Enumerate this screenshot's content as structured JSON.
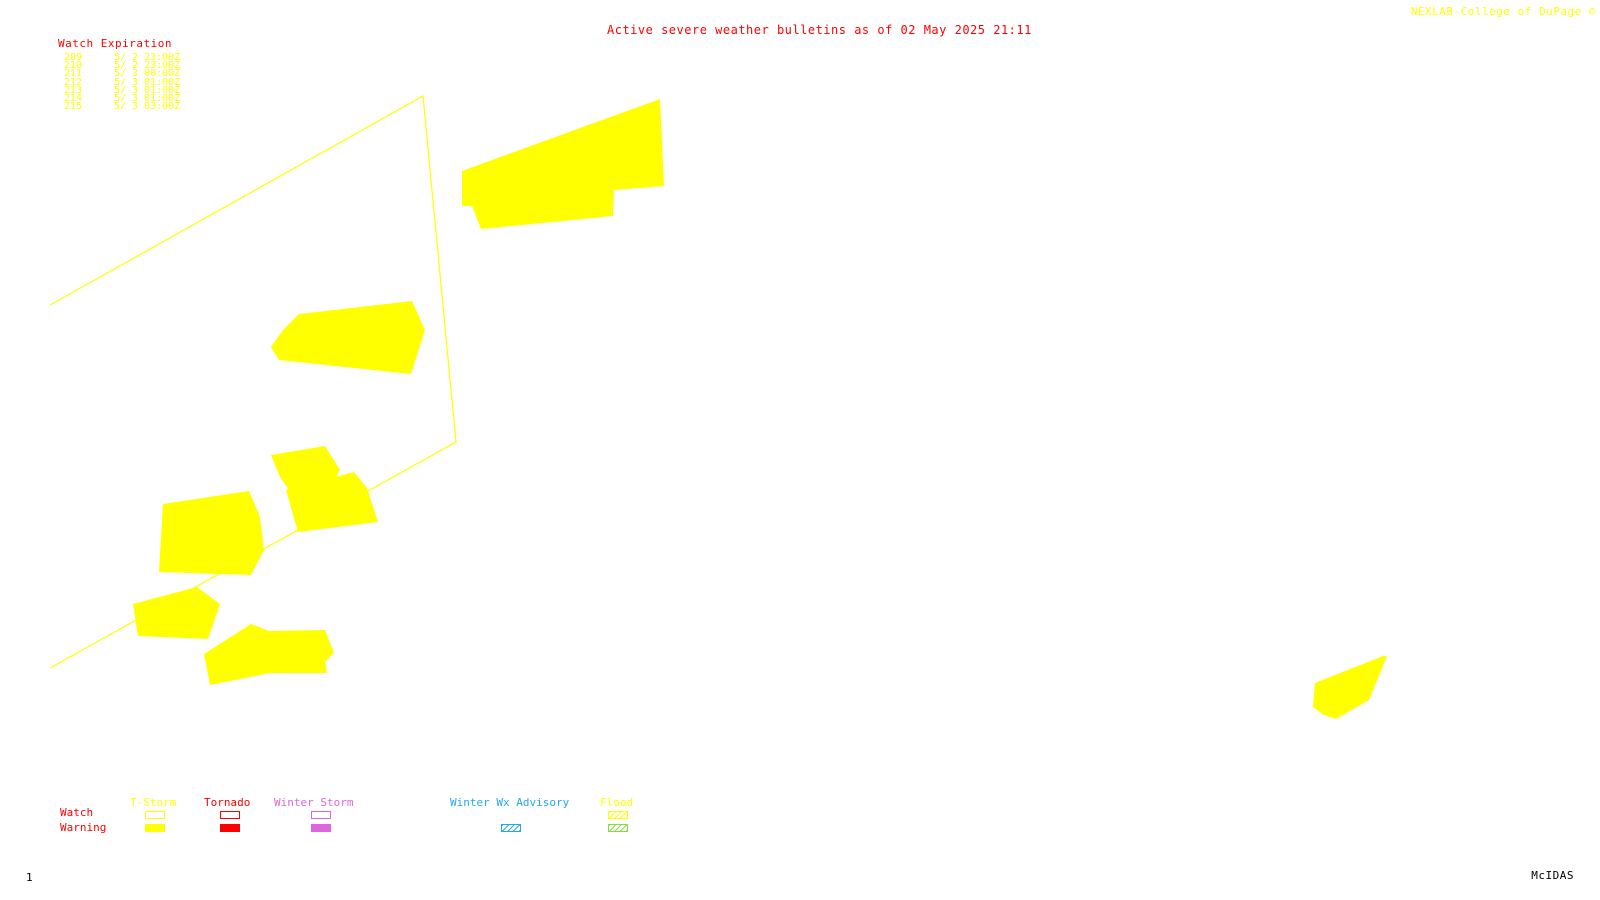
{
  "title": "Active severe weather bulletins as of 02 May 2025 21:11",
  "brand": "NEXLAB-College of DuPage ©",
  "watch_expiration": {
    "heading": "Watch Expiration",
    "rows": [
      {
        "number": "209",
        "expires": "5/ 2 23:00Z"
      },
      {
        "number": "210",
        "expires": "5/ 2 23:00Z"
      },
      {
        "number": "211",
        "expires": "5/ 3 00:00Z"
      },
      {
        "number": "212",
        "expires": "5/ 3 01:00Z"
      },
      {
        "number": "213",
        "expires": "5/ 3 01:00Z"
      },
      {
        "number": "214",
        "expires": "5/ 3 01:00Z"
      },
      {
        "number": "215",
        "expires": "5/ 3 03:00Z"
      }
    ]
  },
  "legend": {
    "row_labels": {
      "watch": "Watch",
      "warning": "Warning"
    },
    "categories": [
      {
        "label": "T-Storm",
        "color": "#ffff00"
      },
      {
        "label": "Tornado",
        "color": "#ff0000"
      },
      {
        "label": "Winter Storm",
        "color": "#dd66dd"
      },
      {
        "label": "Winter Wx Advisory",
        "color": "#22aaee"
      },
      {
        "label": "Flood",
        "color": "#88dd44"
      }
    ]
  },
  "footer": {
    "frame": "1",
    "software": "McIDAS"
  },
  "colors": {
    "warning_fill": "#ffff00",
    "watch_outline": "#ffff00",
    "text_red": "#ff0000"
  }
}
